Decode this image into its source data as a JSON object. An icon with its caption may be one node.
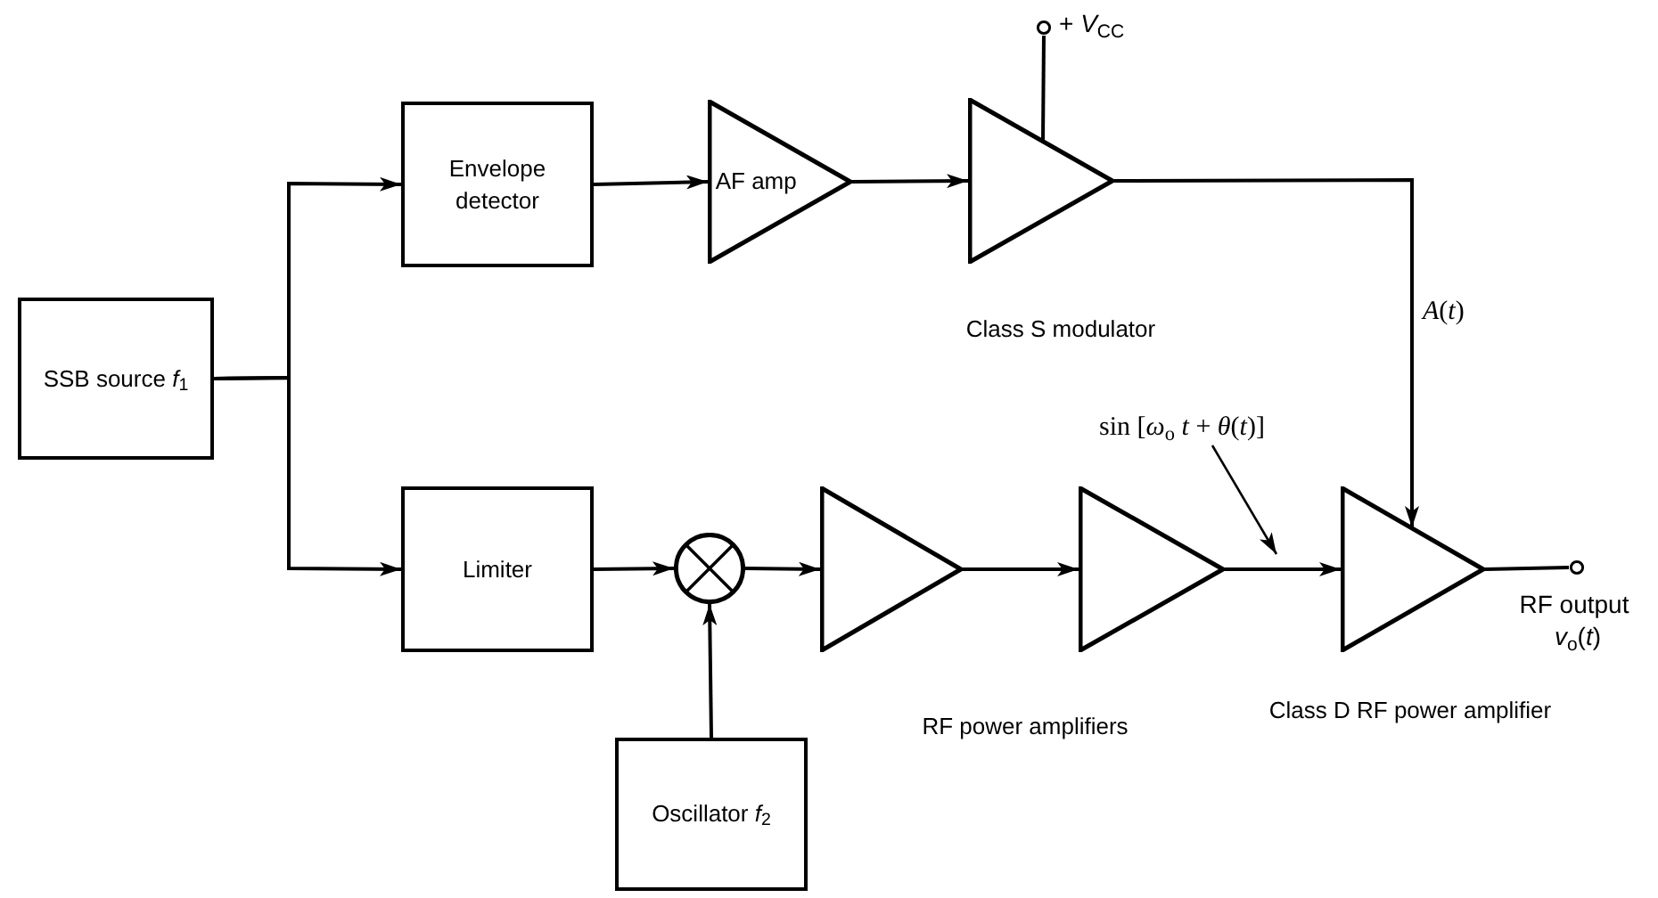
{
  "diagram": {
    "nodes": [
      {
        "text": [
          "SSB source *f*$_{1}$"
        ]
      },
      {
        "text": [
          "Envelope detector"
        ]
      },
      {
        "text": [
          "AF amp"
        ]
      },
      {
        "text": [],
        "shape": "triangle",
        "beside": [
          "Class S modulator"
        ]
      },
      {
        "text": [
          "Limiter"
        ]
      },
      {
        "text": [],
        "shape": "circle"
      },
      {
        "text": [
          "Oscillator *f*$_{2}$"
        ]
      },
      {
        "text": [],
        "shape": "triangle"
      },
      {
        "text": [],
        "shape": "triangle"
      },
      {
        "text": [],
        "shape": "triangle",
        "beside": [
          "Class D RF power amplifier"
        ]
      },
      {
        "text": [],
        "shape": "circle",
        "beside": [
          "+ *V*$_{CC}$"
        ]
      },
      {
        "text": [],
        "shape": "circle",
        "beside": [
          "RF output",
          "*v*$_{o}$(*t*)"
        ]
      },
      {
        "text": [
          "sin [*ω*$_{o}$ *t* + *θ*(*t*)]"
        ]
      }
    ],
    "edges": [
      {
        "from": 0,
        "to": 1,
        "arrow": "to"
      },
      {
        "from": 0,
        "to": 4,
        "arrow": "to"
      },
      {
        "from": 1,
        "to": 2,
        "arrow": "to"
      },
      {
        "from": 2,
        "to": 3,
        "arrow": "to"
      },
      {
        "from": 3,
        "to": 9,
        "arrow": "to",
        "label": "*A*(*t*)"
      },
      {
        "from": 4,
        "to": 5,
        "arrow": "to"
      },
      {
        "from": 6,
        "to": 5,
        "arrow": "to"
      },
      {
        "from": 5,
        "to": 7,
        "arrow": "to"
      },
      {
        "from": 7,
        "to": 8,
        "arrow": "to"
      },
      {
        "from": 8,
        "to": 9,
        "arrow": "to"
      },
      {
        "from": 9,
        "to": 11,
        "arrow": "none"
      },
      {
        "from": 10,
        "to": 3,
        "arrow": "none"
      },
      {
        "from": 12,
        "to": null,
        "arrow": "to"
      }
    ],
    "labels": [
      "RF power amplifiers"
    ]
  }
}
